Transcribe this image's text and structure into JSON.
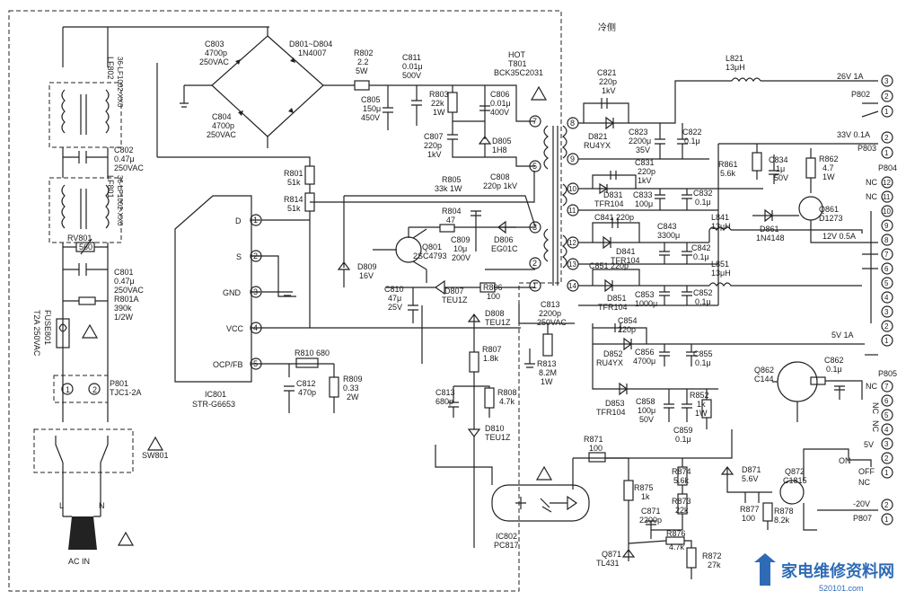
{
  "header": {
    "cold_side": "冷侧"
  },
  "ic801": {
    "ref": "IC801",
    "part": "STR-G6653",
    "pins": [
      {
        "num": "1",
        "name": "D"
      },
      {
        "num": "2",
        "name": "S"
      },
      {
        "num": "3",
        "name": "GND"
      },
      {
        "num": "4",
        "name": "VCC"
      },
      {
        "num": "5",
        "name": "OCP/FB"
      }
    ]
  },
  "transformer": {
    "hot": "HOT",
    "ref": "T801",
    "part": "BCK35C2031",
    "pins": [
      "7",
      "5",
      "3",
      "2",
      "1",
      "8",
      "9",
      "10",
      "11",
      "12",
      "13",
      "14"
    ]
  },
  "bridge": {
    "ref": "D801~D804",
    "part": "1N4007"
  },
  "components": [
    {
      "id": "c803",
      "lines": [
        "C803",
        "4700p",
        "250VAC"
      ]
    },
    {
      "id": "c804",
      "lines": [
        "C804",
        "4700p",
        "250VAC"
      ]
    },
    {
      "id": "c802",
      "lines": [
        "C802",
        "0.47μ",
        "250VAC"
      ]
    },
    {
      "id": "c801",
      "lines": [
        "C801",
        "0.47μ",
        "250VAC"
      ]
    },
    {
      "id": "rv801",
      "lines": [
        "RV801",
        "560"
      ]
    },
    {
      "id": "r801a",
      "lines": [
        "R801A",
        "390k",
        "1/2W"
      ]
    },
    {
      "id": "fuse801",
      "lines": [
        "FUSE801",
        "T2A 250VAC"
      ]
    },
    {
      "id": "p801",
      "lines": [
        "P801",
        "TJC1-2A"
      ]
    },
    {
      "id": "sw801",
      "lines": [
        "SW801"
      ]
    },
    {
      "id": "lf802",
      "lines": [
        "LF802",
        "36-LF1002-XX0"
      ]
    },
    {
      "id": "lf801",
      "lines": [
        "LF801",
        "36-LF1002-XX0"
      ]
    },
    {
      "id": "r802",
      "lines": [
        "R802",
        "2.2",
        "5W"
      ]
    },
    {
      "id": "c811",
      "lines": [
        "C811",
        "0.01μ",
        "500V"
      ]
    },
    {
      "id": "c805",
      "lines": [
        "C805",
        "150μ",
        "450V"
      ]
    },
    {
      "id": "r803",
      "lines": [
        "R803",
        "22k",
        "1W"
      ]
    },
    {
      "id": "c806",
      "lines": [
        "C806",
        "0.01μ",
        "400V"
      ]
    },
    {
      "id": "c807",
      "lines": [
        "C807",
        "220p",
        "1kV"
      ]
    },
    {
      "id": "d805",
      "lines": [
        "D805",
        "1H8"
      ]
    },
    {
      "id": "r801",
      "lines": [
        "R801",
        "51k"
      ]
    },
    {
      "id": "r814",
      "lines": [
        "R814",
        "51k"
      ]
    },
    {
      "id": "r805",
      "lines": [
        "R805",
        "33k  1W"
      ]
    },
    {
      "id": "c808",
      "lines": [
        "C808",
        "220p  1kV"
      ]
    },
    {
      "id": "r804",
      "lines": [
        "R804",
        "47"
      ]
    },
    {
      "id": "q801",
      "lines": [
        "Q801",
        "2SC4793"
      ]
    },
    {
      "id": "c809",
      "lines": [
        "C809",
        "10μ",
        "200V"
      ]
    },
    {
      "id": "d806",
      "lines": [
        "D806",
        "EG01C"
      ]
    },
    {
      "id": "d809",
      "lines": [
        "D809",
        "16V"
      ]
    },
    {
      "id": "c810",
      "lines": [
        "C810",
        "47μ",
        "25V"
      ]
    },
    {
      "id": "d807",
      "lines": [
        "D807",
        "TEU1Z"
      ]
    },
    {
      "id": "r806",
      "lines": [
        "R806",
        "100"
      ]
    },
    {
      "id": "d808",
      "lines": [
        "D808",
        "TEU1Z"
      ]
    },
    {
      "id": "r807",
      "lines": [
        "R807",
        "1.8k"
      ]
    },
    {
      "id": "c813b",
      "lines": [
        "C813",
        "680p"
      ]
    },
    {
      "id": "r808",
      "lines": [
        "R808",
        "4.7k"
      ]
    },
    {
      "id": "d810",
      "lines": [
        "D810",
        "TEU1Z"
      ]
    },
    {
      "id": "r810",
      "lines": [
        "R810  680"
      ]
    },
    {
      "id": "c812",
      "lines": [
        "C812",
        "470p"
      ]
    },
    {
      "id": "r809",
      "lines": [
        "R809",
        "0.33",
        "2W"
      ]
    },
    {
      "id": "c813",
      "lines": [
        "C813",
        "2200p",
        "250VAC"
      ]
    },
    {
      "id": "r813",
      "lines": [
        "R813",
        "8.2M",
        "1W"
      ]
    },
    {
      "id": "ic802",
      "lines": [
        "IC802",
        "PC817"
      ]
    },
    {
      "id": "c821",
      "lines": [
        "C821",
        "220p",
        "1kV"
      ]
    },
    {
      "id": "d821",
      "lines": [
        "D821",
        "RU4YX"
      ]
    },
    {
      "id": "c823",
      "lines": [
        "C823",
        "2200μ",
        "35V"
      ]
    },
    {
      "id": "c822",
      "lines": [
        "C822",
        "0.1μ"
      ]
    },
    {
      "id": "l821",
      "lines": [
        "L821",
        "13μH"
      ]
    },
    {
      "id": "c831",
      "lines": [
        "C831",
        "220p",
        "1kV"
      ]
    },
    {
      "id": "d831",
      "lines": [
        "D831",
        "TFR104"
      ]
    },
    {
      "id": "c833",
      "lines": [
        "C833",
        "100μ"
      ]
    },
    {
      "id": "c832",
      "lines": [
        "C832",
        "0.1μ"
      ]
    },
    {
      "id": "c841",
      "lines": [
        "C841  220p"
      ]
    },
    {
      "id": "d841",
      "lines": [
        "D841",
        "TFR104"
      ]
    },
    {
      "id": "c843",
      "lines": [
        "C843",
        "3300μ"
      ]
    },
    {
      "id": "c842",
      "lines": [
        "C842",
        "0.1μ"
      ]
    },
    {
      "id": "l841",
      "lines": [
        "L841",
        "13μH"
      ]
    },
    {
      "id": "c851",
      "lines": [
        "C851  220p"
      ]
    },
    {
      "id": "d851",
      "lines": [
        "D851",
        "TFR104"
      ]
    },
    {
      "id": "c853",
      "lines": [
        "C853",
        "1000μ"
      ]
    },
    {
      "id": "c852",
      "lines": [
        "C852",
        "0.1μ"
      ]
    },
    {
      "id": "l851",
      "lines": [
        "L851",
        "13μH"
      ]
    },
    {
      "id": "c854",
      "lines": [
        "C854",
        "220p"
      ]
    },
    {
      "id": "d852",
      "lines": [
        "D852",
        "RU4YX"
      ]
    },
    {
      "id": "c856",
      "lines": [
        "C856",
        "4700μ"
      ]
    },
    {
      "id": "c855",
      "lines": [
        "C855",
        "0.1μ"
      ]
    },
    {
      "id": "d853",
      "lines": [
        "D853",
        "TFR104"
      ]
    },
    {
      "id": "c858",
      "lines": [
        "C858",
        "100μ",
        "50V"
      ]
    },
    {
      "id": "c859",
      "lines": [
        "C859",
        "0.1μ"
      ]
    },
    {
      "id": "r852",
      "lines": [
        "R852",
        "1k",
        "1W"
      ]
    },
    {
      "id": "r861",
      "lines": [
        "R861",
        "5.6k"
      ]
    },
    {
      "id": "c834",
      "lines": [
        "C834",
        "1μ",
        "50V"
      ]
    },
    {
      "id": "r862",
      "lines": [
        "R862",
        "4.7",
        "1W"
      ]
    },
    {
      "id": "q861",
      "lines": [
        "Q861",
        "D1273"
      ]
    },
    {
      "id": "d861",
      "lines": [
        "D861",
        "1N4148"
      ]
    },
    {
      "id": "q862",
      "lines": [
        "Q862",
        "C144"
      ]
    },
    {
      "id": "c862",
      "lines": [
        "C862",
        "0.1μ"
      ]
    },
    {
      "id": "r871",
      "lines": [
        "R871",
        "100"
      ]
    },
    {
      "id": "r875",
      "lines": [
        "R875",
        "1k"
      ]
    },
    {
      "id": "r874",
      "lines": [
        "R874",
        "5.6k"
      ]
    },
    {
      "id": "r873",
      "lines": [
        "R873",
        "22k"
      ]
    },
    {
      "id": "c871",
      "lines": [
        "C871",
        "2200p"
      ]
    },
    {
      "id": "r876",
      "lines": [
        "R876",
        "4.7k"
      ]
    },
    {
      "id": "r872",
      "lines": [
        "R872",
        "27k"
      ]
    },
    {
      "id": "q871",
      "lines": [
        "Q871",
        "TL431"
      ]
    },
    {
      "id": "d871",
      "lines": [
        "D871",
        "5.6V"
      ]
    },
    {
      "id": "q872",
      "lines": [
        "Q872",
        "C1815"
      ]
    },
    {
      "id": "r877",
      "lines": [
        "R877",
        "100"
      ]
    },
    {
      "id": "r878",
      "lines": [
        "R878",
        "8.2k"
      ]
    }
  ],
  "outputs": [
    {
      "id": "v26",
      "text": "26V  1A"
    },
    {
      "id": "v33",
      "text": "33V  0.1A"
    },
    {
      "id": "v12",
      "text": "12V  0.5A"
    },
    {
      "id": "v5",
      "text": "5V  1A"
    },
    {
      "id": "v5b",
      "text": "5V"
    },
    {
      "id": "vneg20",
      "text": "-20V"
    }
  ],
  "connectors": [
    {
      "id": "p802",
      "ref": "P802",
      "pins": [
        "3",
        "2",
        "1"
      ]
    },
    {
      "id": "p803",
      "ref": "P803",
      "pins": [
        "2",
        "1"
      ]
    },
    {
      "id": "p804",
      "ref": "P804",
      "pins": [
        "12",
        "11",
        "10",
        "9",
        "8",
        "7",
        "6",
        "5",
        "4",
        "3",
        "2",
        "1"
      ]
    },
    {
      "id": "p805",
      "ref": "P805",
      "pins": [
        "7",
        "6",
        "5",
        "4",
        "3",
        "2",
        "1"
      ]
    },
    {
      "id": "p807",
      "ref": "P807",
      "pins": [
        "2",
        "1"
      ]
    }
  ],
  "nc_labels": [
    "NC",
    "NC",
    "NC",
    "NC",
    "NC"
  ],
  "on_off": {
    "on": "ON",
    "off": "OFF",
    "nc": "NC"
  },
  "plug": {
    "left": "L",
    "right": "N",
    "caption": "AC  IN"
  },
  "watermark": {
    "name": "家电维修资料网",
    "url": "520101.com"
  }
}
